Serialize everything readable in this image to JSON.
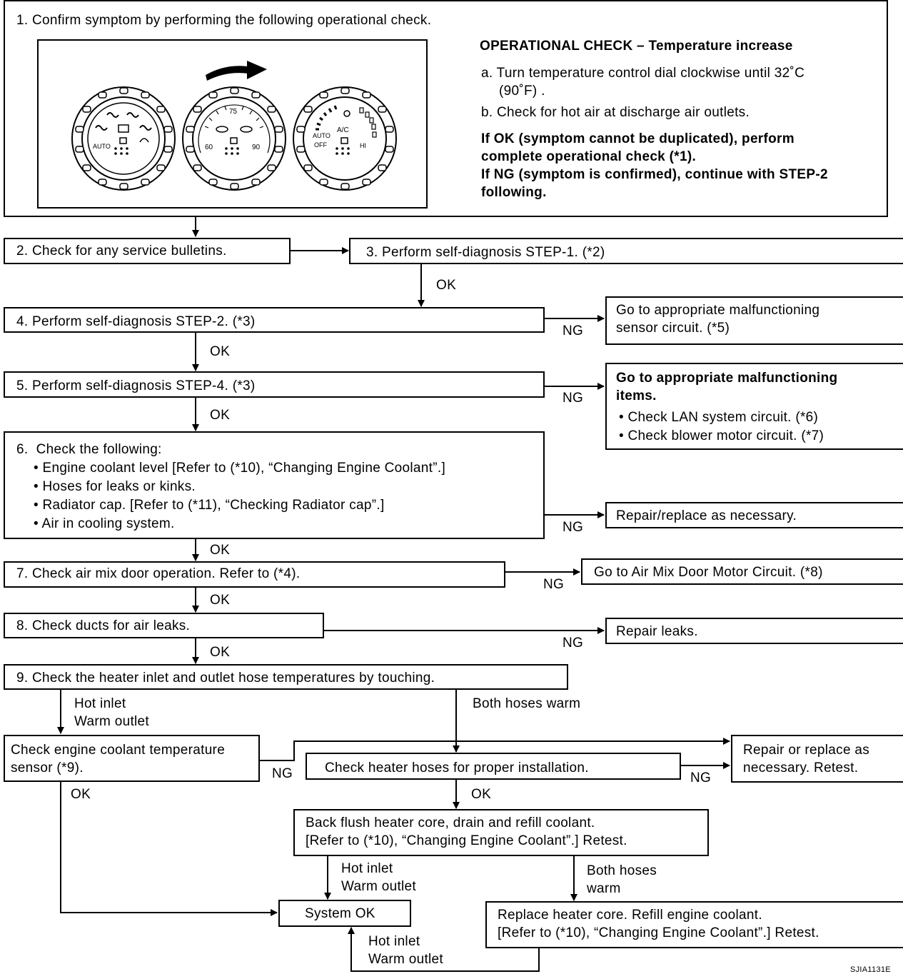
{
  "step1": {
    "title": "1. Confirm symptom by performing the following operational check.",
    "op_heading": "OPERATIONAL CHECK – Temperature increase",
    "op_a1": "a. Turn temperature control dial clockwise until 32˚C",
    "op_a2": "(90˚F) .",
    "op_b": "b. Check for hot air at discharge air outlets.",
    "ok_line1": "If OK (symptom cannot be duplicated), perform",
    "ok_line2": "complete operational check (*1).",
    "ng_line1": "If NG (symptom is confirmed), continue with STEP-2",
    "ng_line2": "following.",
    "dial_left": {
      "auto": "AUTO"
    },
    "dial_mid": {
      "t75": "75",
      "t60": "60",
      "t90": "90"
    },
    "dial_right": {
      "auto": "AUTO",
      "off": "OFF",
      "ac": "A/C",
      "hi": "HI"
    }
  },
  "step2": "2. Check for any service bulletins.",
  "step3": "3. Perform self-diagnosis STEP-1. (*2)",
  "step4": "4. Perform self-diagnosis STEP-2. (*3)",
  "step4_ng1": "Go to appropriate malfunctioning",
  "step4_ng2": "sensor circuit. (*5)",
  "step5": "5. Perform self-diagnosis STEP-4. (*3)",
  "step5_ng_title1": "Go to appropriate malfunctioning",
  "step5_ng_title2": "items.",
  "step5_ng_item1": "• Check LAN system circuit. (*6)",
  "step5_ng_item2": "• Check blower motor circuit. (*7)",
  "step6": {
    "title": "6.  Check the following:",
    "items": [
      "• Engine coolant level [Refer to (*10), “Changing Engine Coolant”.]",
      "• Hoses for leaks or kinks.",
      "• Radiator cap. [Refer to (*11), “Checking Radiator cap”.]",
      "• Air in cooling system."
    ]
  },
  "step6_ng": "Repair/replace as necessary.",
  "step7": "7. Check air mix door operation. Refer to (*4).",
  "step7_ng": "Go to Air Mix Door Motor Circuit. (*8)",
  "step8": "8. Check ducts for air leaks.",
  "step8_ng": "Repair leaks.",
  "step9": "9. Check the heater inlet and outlet hose temperatures by touching.",
  "hot_inlet": "Hot inlet",
  "warm_outlet": "Warm outlet",
  "both_hoses_warm": "Both hoses warm",
  "coolant_sensor1": "Check engine coolant temperature",
  "coolant_sensor2": "sensor (*9).",
  "heater_hoses": "Check heater hoses for proper installation.",
  "repair_retest1": "Repair or replace as",
  "repair_retest2": "necessary. Retest.",
  "backflush1": "Back flush heater core, drain and refill coolant.",
  "backflush2": "[Refer to (*10), “Changing Engine Coolant”.] Retest.",
  "both_hoses": "Both hoses",
  "warm": "warm",
  "system_ok": "System OK",
  "replace_core1": "Replace heater core. Refill engine coolant.",
  "replace_core2": "[Refer to (*10), “Changing Engine Coolant”.] Retest.",
  "ok": "OK",
  "ng": "NG",
  "figure_code": "SJIA1131E"
}
